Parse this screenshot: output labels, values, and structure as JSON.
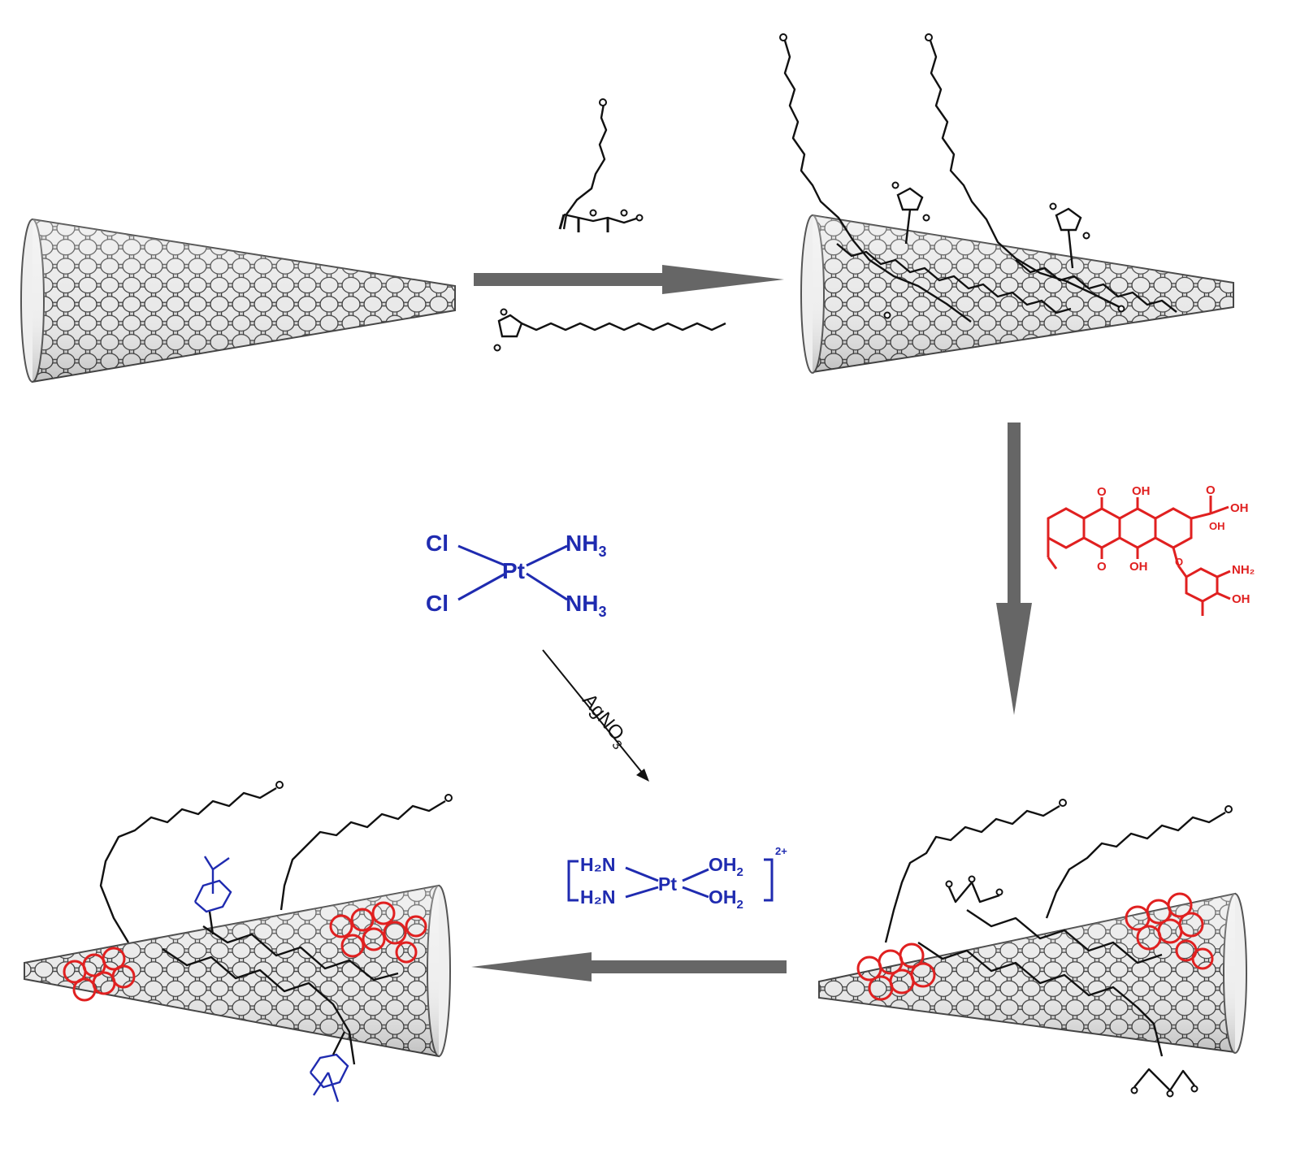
{
  "colors": {
    "arrow": "#666666",
    "tube_fill": "#e9e9e9",
    "tube_stroke": "#3a3a3a",
    "cisplatin": "#1f2bb0",
    "doxorubicin": "#e02020",
    "chain": "#111111"
  },
  "reagent_agno3": {
    "label": "AgNO",
    "sub": "3"
  },
  "cisplatin": {
    "cl_top": "Cl",
    "cl_bottom": "Cl",
    "pt": "Pt",
    "nh3_top": "NH",
    "nh3_bottom": "NH",
    "sub3": "3"
  },
  "aqua_complex": {
    "h2n_top": "H₂N",
    "h2n_bottom": "H₂N",
    "pt": "Pt",
    "oh2_top": "OH",
    "oh2_bottom": "OH",
    "sub2": "2",
    "charge": "2+"
  },
  "doxorubicin": {
    "o_top": "O",
    "oh_top": "OH",
    "o_keto": "O",
    "oh_side": "OH",
    "oh_end": "OH",
    "o_bottom": "O",
    "oh_bottom": "OH",
    "o_glyc": "O",
    "nh2": "NH₂",
    "oh_sugar": "OH"
  }
}
